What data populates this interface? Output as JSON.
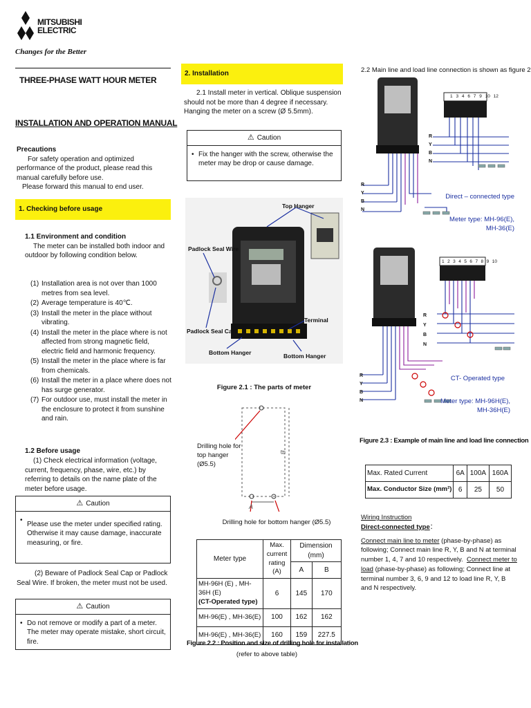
{
  "brand": {
    "name_line1": "MITSUBISHI",
    "name_line2": "ELECTRIC",
    "slogan": "Changes for the Better",
    "color": "#e60012"
  },
  "doc": {
    "title": "THREE-PHASE WATT HOUR METER",
    "subtitle": "INSTALLATION AND OPERATION MANUAL",
    "precautions_heading": "Precautions",
    "precautions_text": "For safety operation and optimized performance of the product, please read this manual carefully before use.",
    "precautions_forward": "Please forward this manual to end user."
  },
  "sec1": {
    "heading": "1. Checking before usage",
    "s11_heading": "1.1 Environment and condition",
    "s11_text": "The meter can be installed both indoor and outdoor by following condition below.",
    "conditions": [
      {
        "n": "(1)",
        "text": "Installation area is not over than 1000 metres from sea level."
      },
      {
        "n": "(2)",
        "text": "Average temperature is 40℃."
      },
      {
        "n": "(3)",
        "text": "Install the meter in the place without vibrating."
      },
      {
        "n": "(4)",
        "text": "Install the meter in the place where is not affected from strong magnetic field, electric field and harmonic frequency."
      },
      {
        "n": "(5)",
        "text": "Install the meter in the place where is far from chemicals."
      },
      {
        "n": "(6)",
        "text": "Install the meter in a place where does not has surge generator."
      },
      {
        "n": "(7)",
        "text": "For outdoor use, must install the meter in the enclosure to protect it from sunshine and rain."
      }
    ],
    "s12_heading": "1.2 Before usage",
    "s12_text": "(1) Check electrical information (voltage, current, frequency, phase, wire, etc.) by referring to details on the name plate of the meter before usage.",
    "caution1_title": "Caution",
    "caution1_text": "Please use the meter under specified rating. Otherwise it may cause damage, inaccurate measuring, or fire.",
    "s12_item2": "(2) Beware of Padlock Seal Cap or Padlock Seal Wire. If broken, the meter must not be used.",
    "caution2_title": "Caution",
    "caution2_text": "Do not remove or modify a part of a meter. The meter may operate mistake, short circuit, fire."
  },
  "sec2": {
    "heading": "2. Installation",
    "s21_text": "2.1 Install meter in vertical. Oblique suspension should not be more than 4 degree if necessary. Hanging the meter on a screw (Ø 5.5mm).",
    "caution_title": "Caution",
    "caution_text": "Fix the hanger with the screw, otherwise the meter may be drop or cause damage.",
    "fig_labels": {
      "top_hanger": "Top Hanger",
      "padlock_wire": "Padlock Seal Wire",
      "terminal": "Terminal",
      "padlock_cap": "Padlock Seal Cap",
      "bottom_hanger1": "Bottom Hanger",
      "bottom_hanger2": "Bottom Hanger"
    },
    "fig21_caption": "Figure 2.1 : The parts of meter",
    "drill_top": "Drilling hole for top hanger (Ø5.5)",
    "drill_bottom": "Drilling hole for bottom hanger (Ø5.5)",
    "dim_a": "A",
    "dim_b": "B",
    "table": {
      "h_type": "Meter type",
      "h_current": "Max. current rating (A)",
      "h_dim": "Dimension (mm)",
      "h_a": "A",
      "h_b": "B",
      "rows": [
        {
          "type": "MH-96H (E) , MH-36H (E)",
          "type2": "(CT-Operated type)",
          "current": "6",
          "a": "145",
          "b": "170"
        },
        {
          "type": "MH-96(E) , MH-36(E)",
          "type2": "",
          "current": "100",
          "a": "162",
          "b": "162"
        },
        {
          "type": "MH-96(E) , MH-36(E)",
          "type2": "",
          "current": "160",
          "a": "159",
          "b": "227.5"
        }
      ]
    },
    "fig22_caption": "Figure 2.2 : Position and size of drilling hole for installation",
    "fig22_note": "(refer to above table)",
    "s22_text": "2.2 Main line and load line connection is shown as figure 2.3",
    "wire_labels": [
      "R",
      "Y",
      "B",
      "N"
    ],
    "terminals_direct": [
      "1",
      "3",
      "4",
      "6",
      "7",
      "9",
      "10",
      "12"
    ],
    "terminals_ct": [
      "1",
      "2",
      "3",
      "4",
      "5",
      "6",
      "7",
      "8",
      "9",
      "10"
    ],
    "direct_type": "Direct – connected type",
    "direct_meter_line1": "Meter type: MH-96(E),",
    "direct_meter_line2": "MH-36(E)",
    "ct_type": "CT- Operated type",
    "ct_meter_line1": "Meter type: MH-96H(E),",
    "ct_meter_line2": "MH-36H(E)",
    "fig23_caption": "Figure 2.3 : Example of main line and load line connection",
    "cond_table": {
      "h1": "Max. Rated Current",
      "c1": [
        "6A",
        "100A",
        "160A"
      ],
      "h2": "Max. Conductor Size (mm²)",
      "c2": [
        "6",
        "25",
        "50"
      ]
    },
    "wiring_heading": "Wiring Instruction",
    "wiring_sub": "Direct-connected type",
    "wiring_colon": "：",
    "wiring_link1": "Connect main line to meter",
    "wiring_t1": " (phase-by-phase) as following; Connect main line R, Y, B and N at terminal number 1, 4, 7 and 10 respectively.",
    "wiring_link2": "Connect meter to load",
    "wiring_t2": " (phase-by-phase) as following; Connect line at terminal number 3, 6, 9 and 12 to load line R, Y, B and N respectively."
  }
}
